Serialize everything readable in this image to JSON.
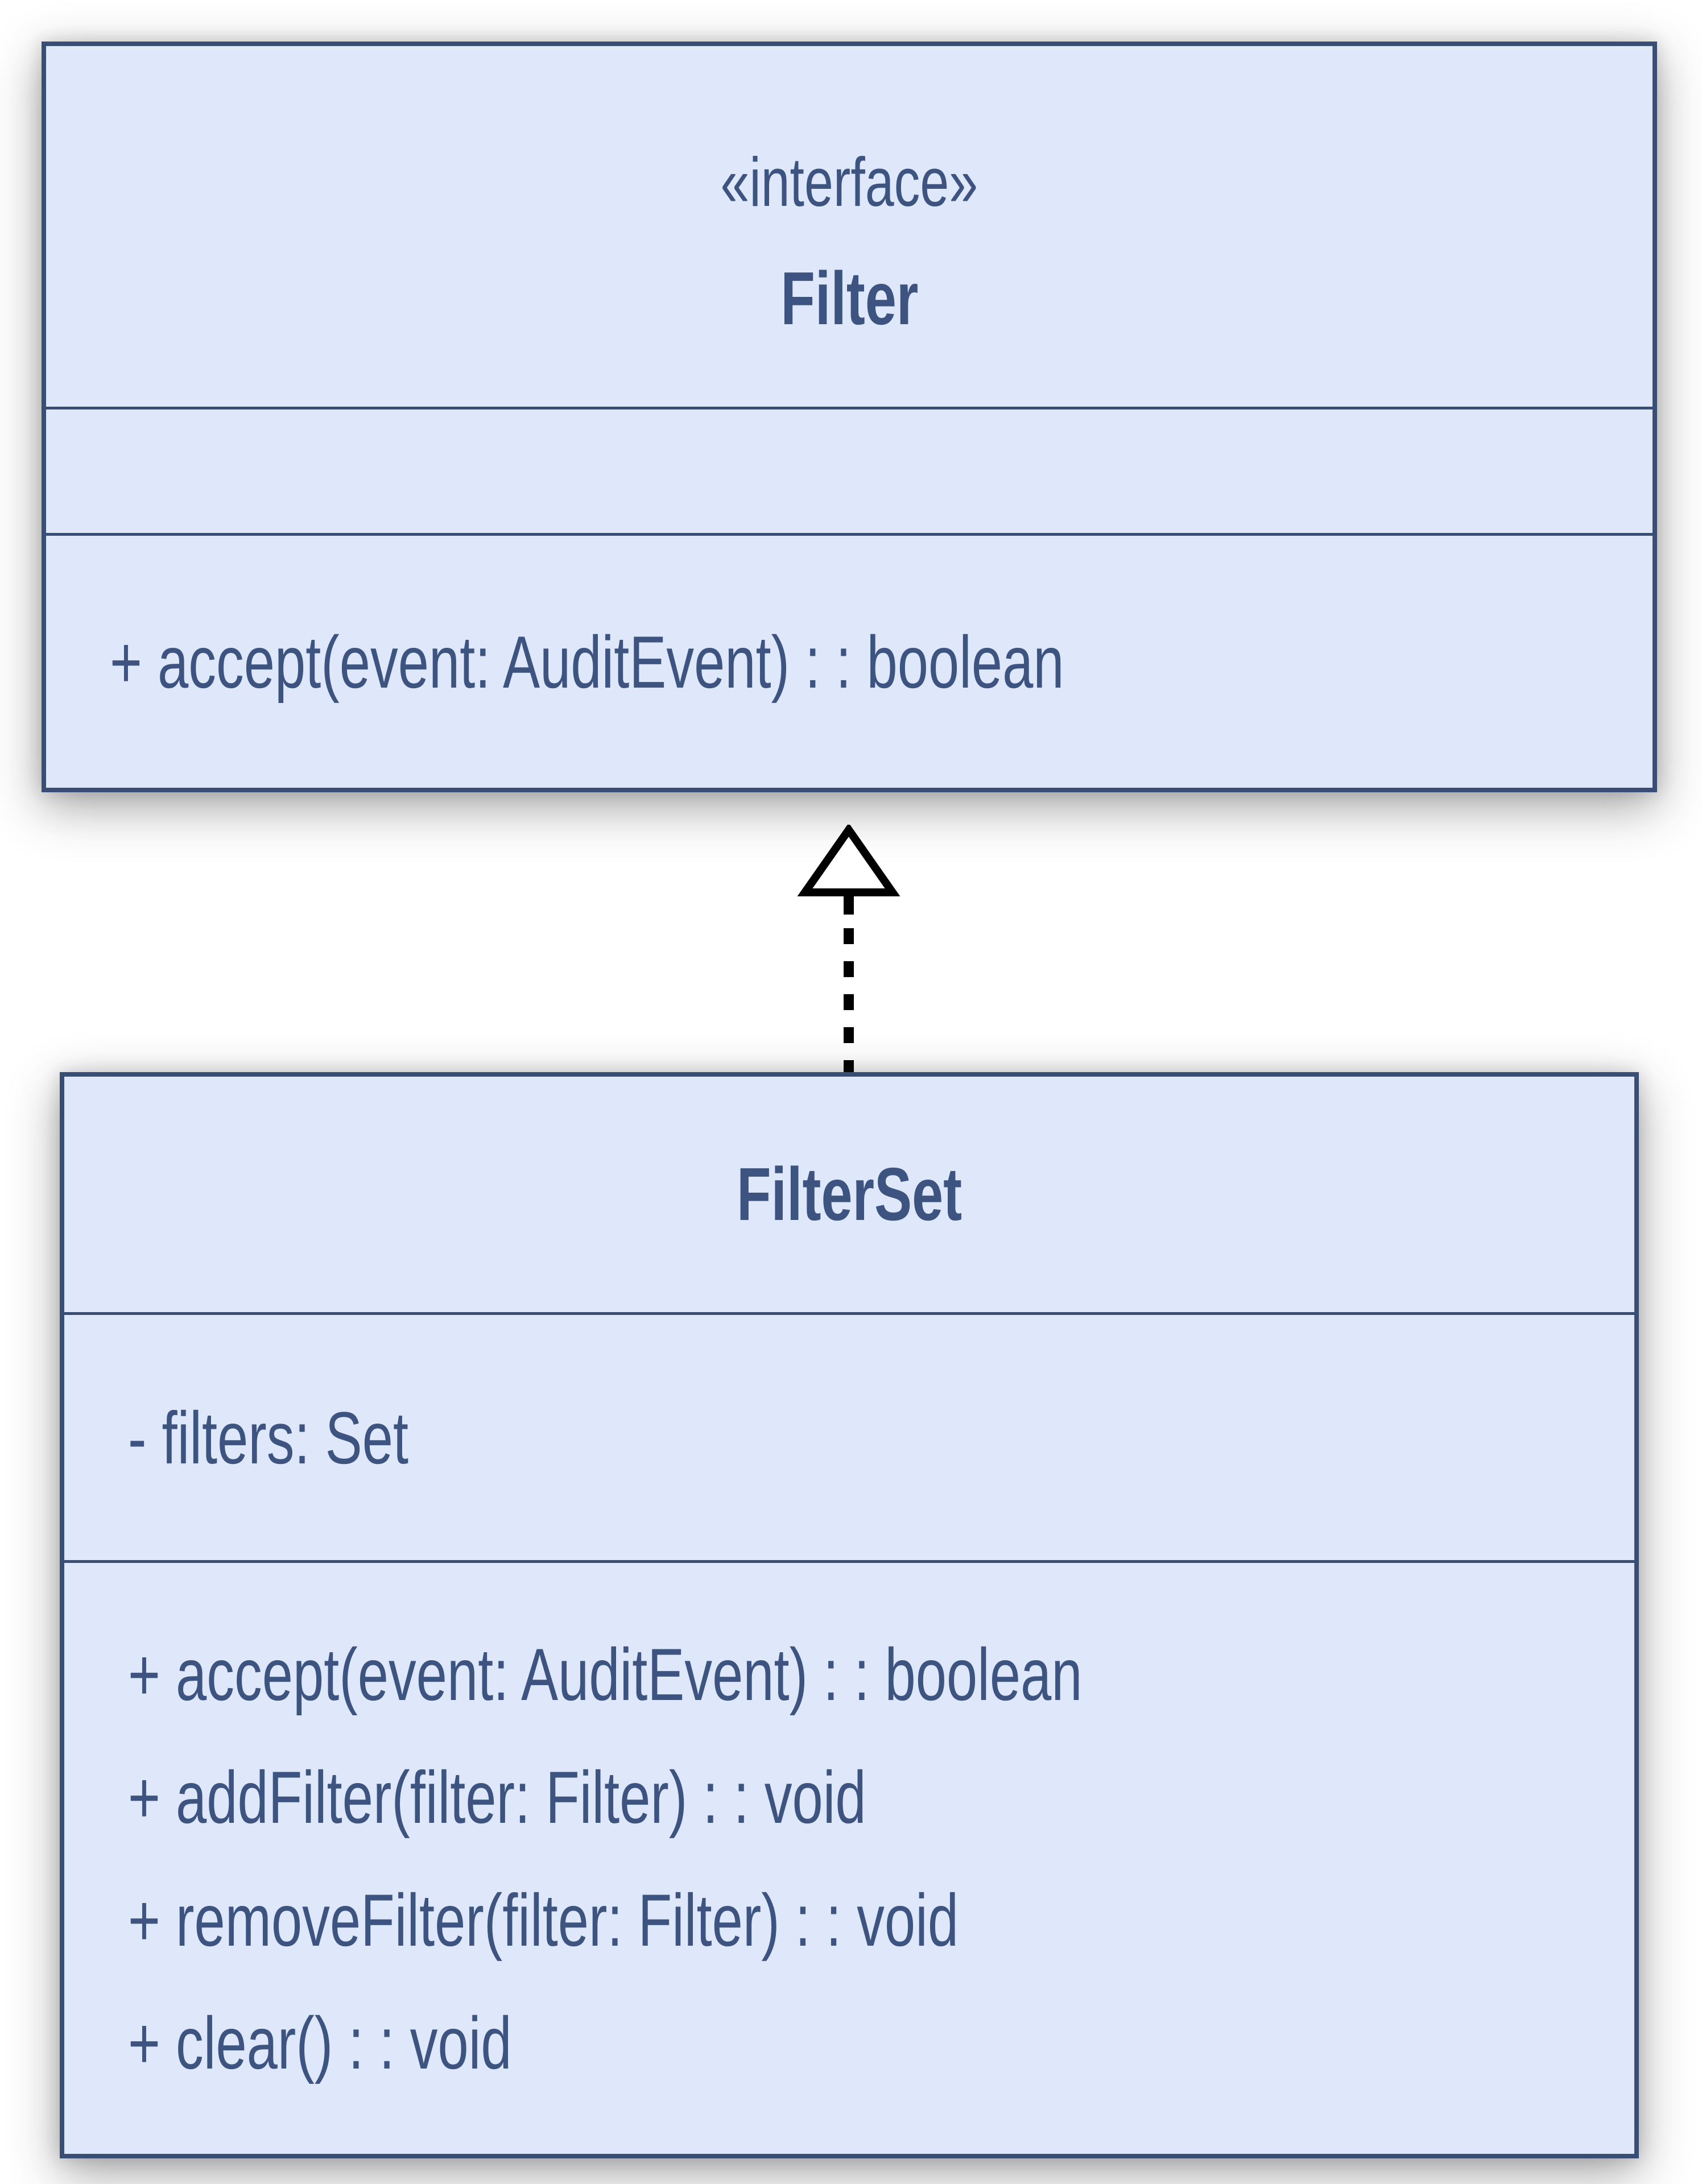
{
  "colors": {
    "box_fill": "#dfe8fb",
    "box_border": "#394e76",
    "text": "#3d5480",
    "arrow": "#000000",
    "page_background": "#ffffff"
  },
  "interface_class": {
    "stereotype": "«interface»",
    "name": "Filter",
    "attributes": [],
    "methods": [
      "+ accept(event: AuditEvent) : : boolean"
    ]
  },
  "filterset_class": {
    "name": "FilterSet",
    "attributes": [
      "- filters: Set"
    ],
    "methods": [
      "+ accept(event: AuditEvent) : : boolean",
      "+ addFilter(filter: Filter) : : void",
      "+ removeFilter(filter: Filter) : : void",
      "+ clear() : : void"
    ]
  },
  "relationship": {
    "type": "realization (dashed line, hollow triangle arrowhead pointing up)"
  }
}
